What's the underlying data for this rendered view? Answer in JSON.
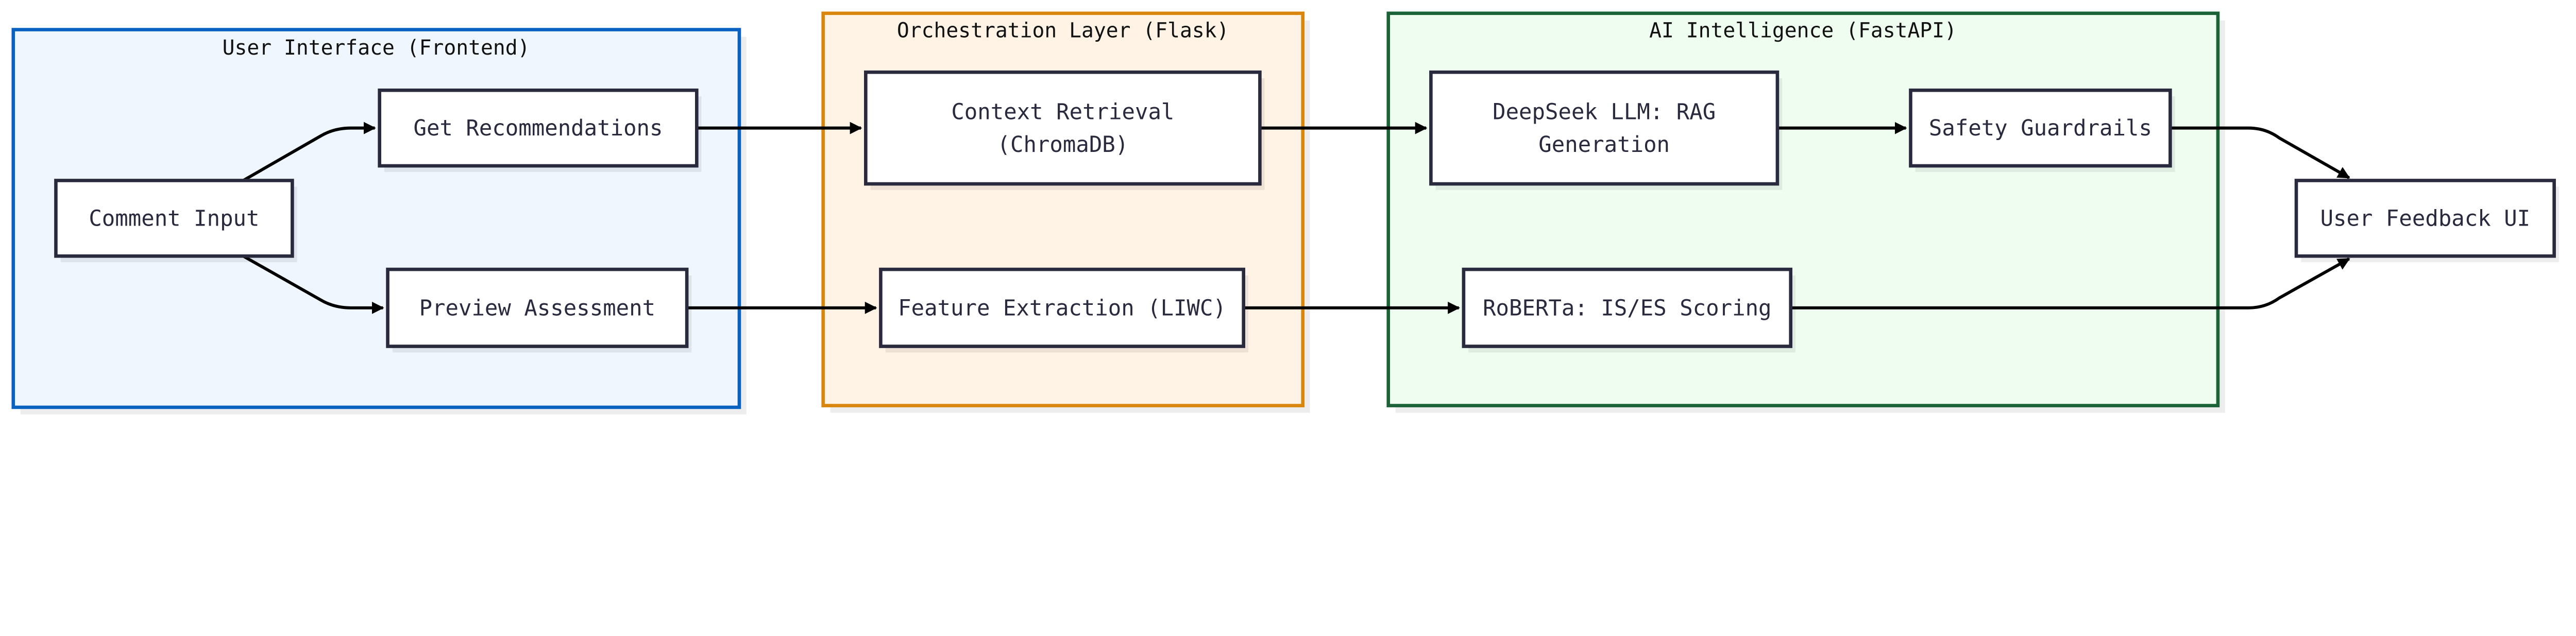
{
  "colors": {
    "frontend_border": "#0a62c0",
    "frontend_fill": "#eff6fe",
    "orchestration_border": "#d9860f",
    "orchestration_fill": "#fff3e6",
    "ai_border": "#1b6337",
    "ai_fill": "#effdf1",
    "node_border": "#2a2a3e",
    "edge": "#000000"
  },
  "clusters": {
    "frontend": {
      "title": "User Interface (Frontend)"
    },
    "orchestration": {
      "title": "Orchestration Layer (Flask)"
    },
    "ai": {
      "title": "AI Intelligence (FastAPI)"
    }
  },
  "nodes": {
    "comment_input": {
      "lines": [
        "Comment Input"
      ]
    },
    "get_recommendations": {
      "lines": [
        "Get Recommendations"
      ]
    },
    "preview_assessment": {
      "lines": [
        "Preview Assessment"
      ]
    },
    "context_retrieval": {
      "lines": [
        "Context Retrieval",
        "(ChromaDB)"
      ]
    },
    "feature_extraction": {
      "lines": [
        "Feature Extraction (LIWC)"
      ]
    },
    "deepseek": {
      "lines": [
        "DeepSeek LLM: RAG",
        "Generation"
      ]
    },
    "safety_guardrails": {
      "lines": [
        "Safety Guardrails"
      ]
    },
    "roberta": {
      "lines": [
        "RoBERTa: IS/ES Scoring"
      ]
    },
    "user_feedback": {
      "lines": [
        "User Feedback UI"
      ]
    }
  },
  "edges": [
    {
      "from": "Comment Input",
      "to": "Get Recommendations"
    },
    {
      "from": "Comment Input",
      "to": "Preview Assessment"
    },
    {
      "from": "Get Recommendations",
      "to": "Context Retrieval (ChromaDB)"
    },
    {
      "from": "Preview Assessment",
      "to": "Feature Extraction (LIWC)"
    },
    {
      "from": "Context Retrieval (ChromaDB)",
      "to": "DeepSeek LLM: RAG Generation"
    },
    {
      "from": "Feature Extraction (LIWC)",
      "to": "RoBERTa: IS/ES Scoring"
    },
    {
      "from": "DeepSeek LLM: RAG Generation",
      "to": "Safety Guardrails"
    },
    {
      "from": "Safety Guardrails",
      "to": "User Feedback UI"
    },
    {
      "from": "RoBERTa: IS/ES Scoring",
      "to": "User Feedback UI"
    }
  ]
}
